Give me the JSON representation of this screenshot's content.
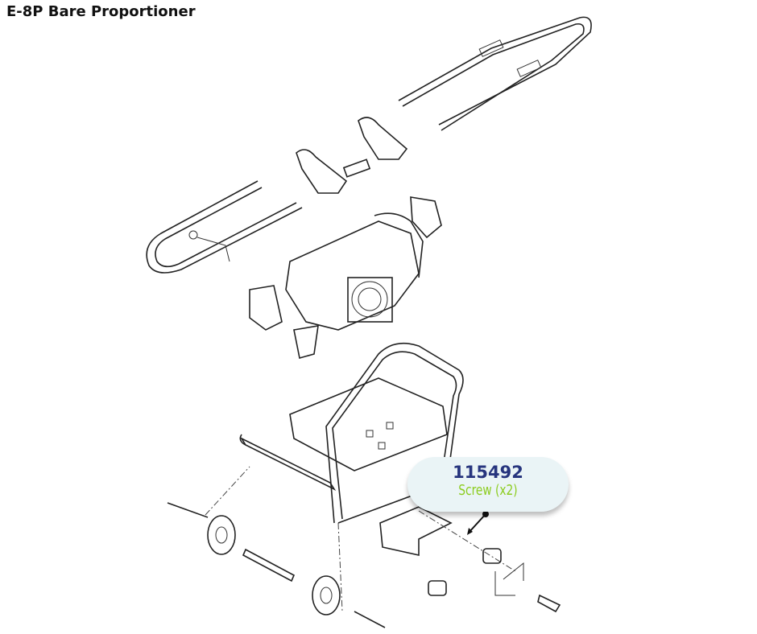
{
  "title": "E-8P Bare Proportioner",
  "callout": {
    "part_number": "115492",
    "description": "Screw (x2)",
    "number_color": "#27357e",
    "description_color": "#8ccc1e",
    "background": "#eaf4f6"
  }
}
